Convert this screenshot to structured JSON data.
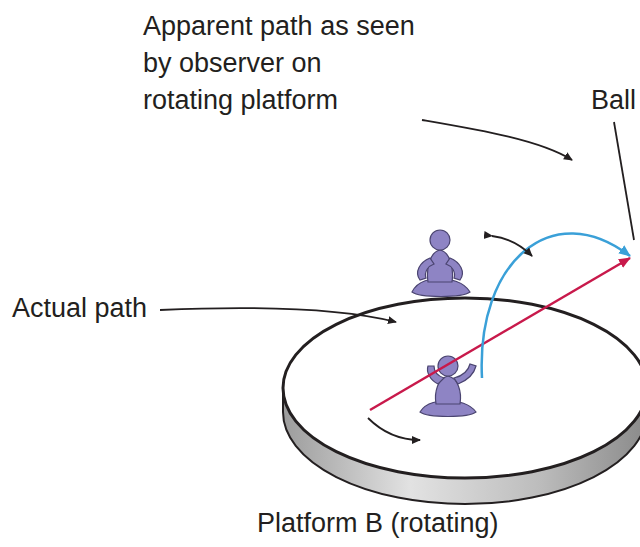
{
  "diagram": {
    "labels": [
      "Apparent path as seen by observer on rotating platform",
      "Ball",
      "Actual path",
      "Platform B (rotating)"
    ]
  }
}
